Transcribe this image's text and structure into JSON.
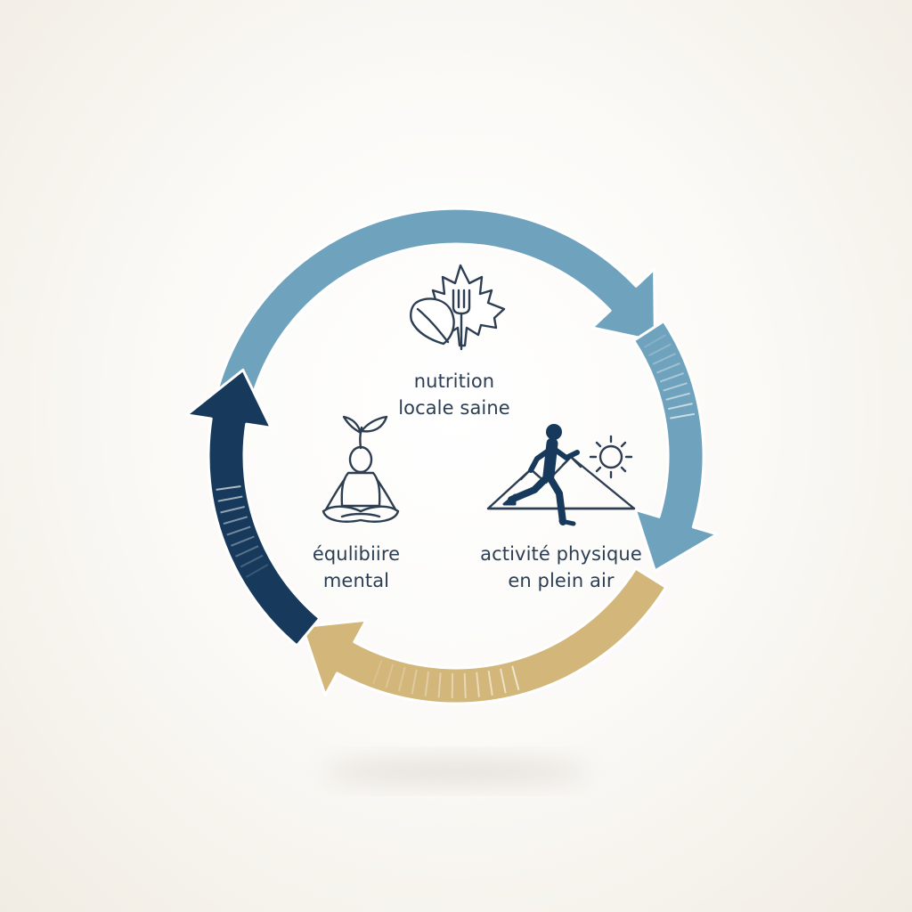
{
  "colors": {
    "segment_nutrition": "#6fa3bd",
    "segment_activity": "#d3b67a",
    "segment_mental": "#173a5c",
    "icon_stroke": "#2d3e52",
    "text": "#2d3e52"
  },
  "steps": [
    {
      "lines": [
        "nutrition",
        "locale saine"
      ],
      "icon": "maple-leaf-fork-icon"
    },
    {
      "lines": [
        "activité physique",
        "en plein air"
      ],
      "icon": "runner-mountain-sun-icon"
    },
    {
      "lines": [
        "équlibiire",
        "mental"
      ],
      "icon": "meditation-sprout-icon"
    }
  ]
}
